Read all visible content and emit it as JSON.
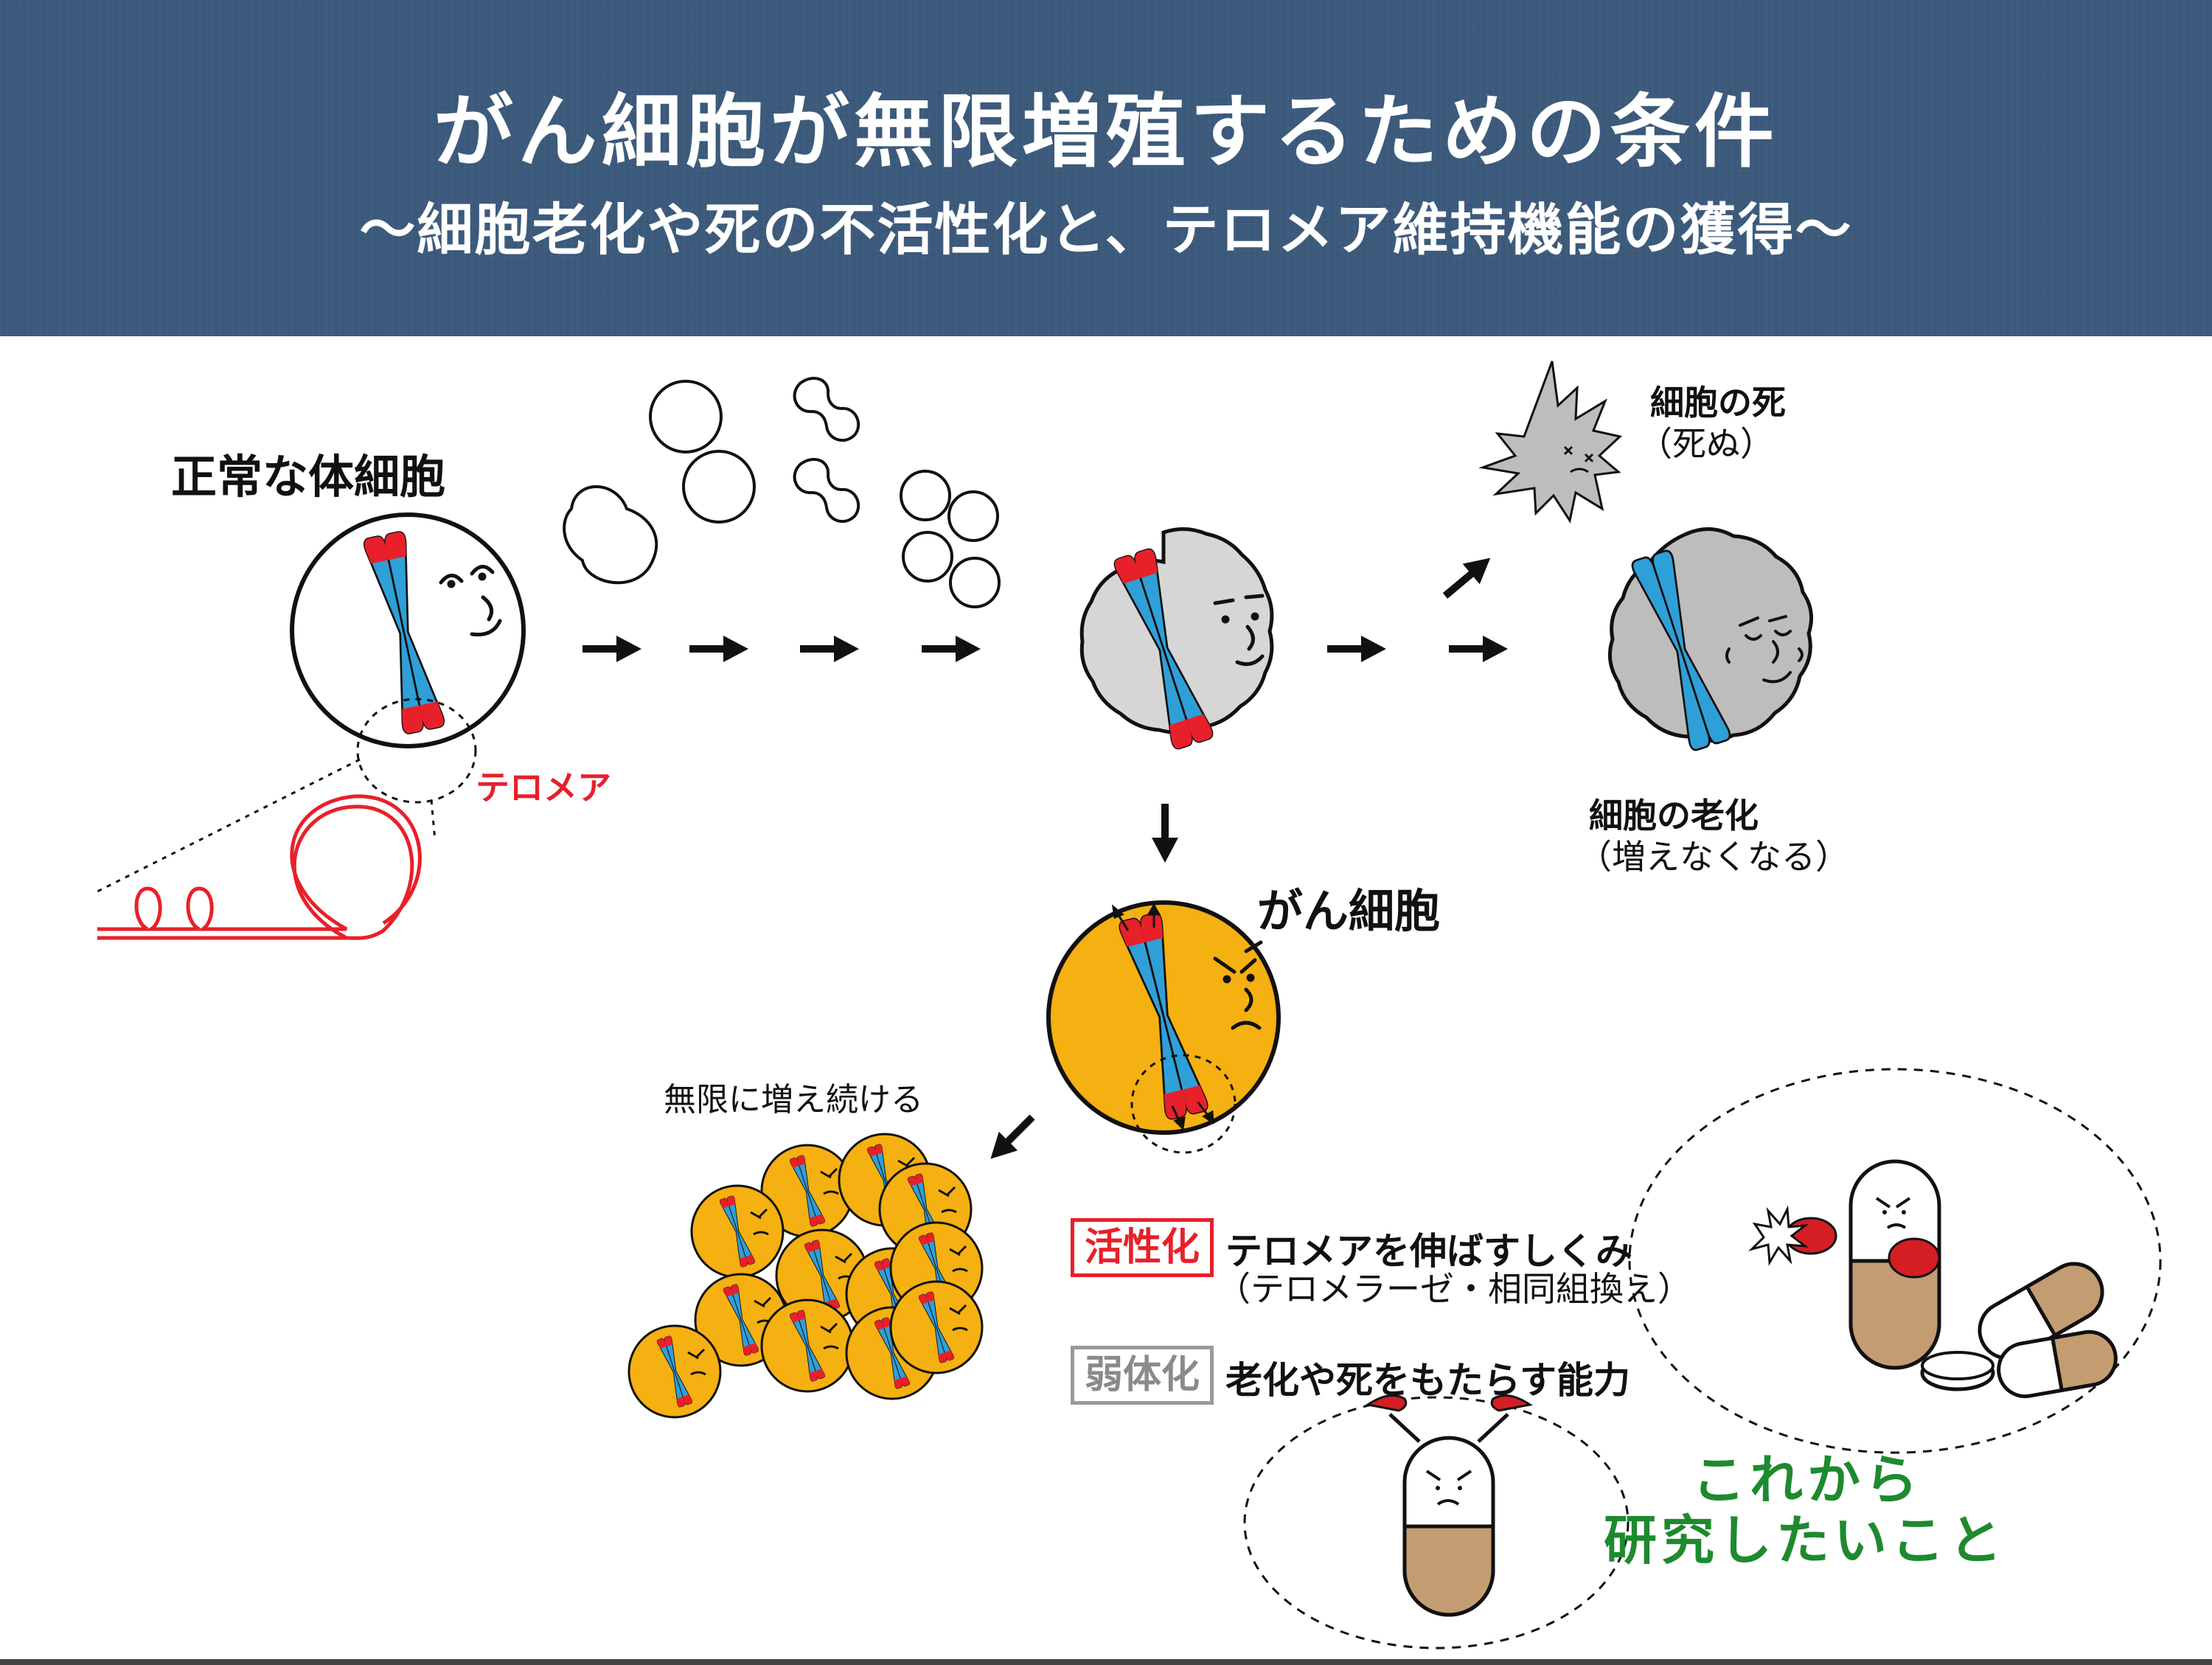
{
  "header": {
    "title": "がん細胞が無限増殖するための条件",
    "subtitle": "〜細胞老化や死の不活性化と、テロメア維持機能の獲得〜"
  },
  "labels": {
    "normal_cell": "正常な体細胞",
    "telomere": "テロメア",
    "cell_death": "細胞の死",
    "cell_death_note": "（死ぬ）",
    "senescence": "細胞の老化",
    "senescence_note": "（増えなくなる）",
    "cancer_cell": "がん細胞",
    "infinite_growth": "無限に増え続ける",
    "future_research_line1": "これから",
    "future_research_line2": "研究したいこと"
  },
  "legend": {
    "activation_badge": "活性化",
    "activation_text": "テロメアを伸ばすしくみ",
    "activation_note": "（テロメラーゼ・相同組換え）",
    "weakening_badge": "弱体化",
    "weakening_text": "老化や死をもたらす能力"
  },
  "colors": {
    "header_bg": "#3c5a7c",
    "telomere_red": "#e8202a",
    "chromosome_blue": "#2f9fd8",
    "cancer_orange": "#f5b011",
    "aging_gray": "#c8c8c8",
    "research_green": "#1e8a2e",
    "weak_gray": "#9a9a9a"
  }
}
